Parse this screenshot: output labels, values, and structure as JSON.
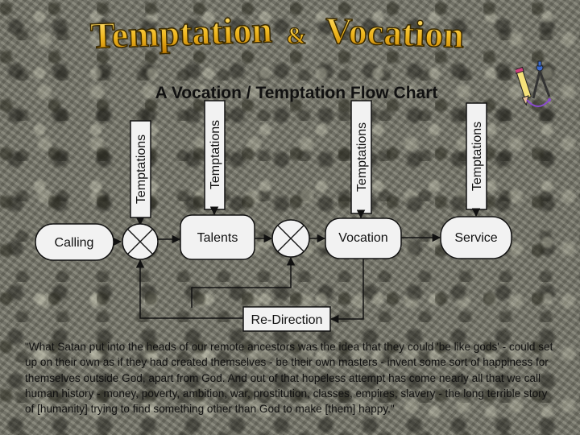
{
  "banner": {
    "left_word": "Temptation",
    "ampersand": "&",
    "right_word": "Vocation"
  },
  "title": "A Vocation / Temptation Flow Chart",
  "boxes": {
    "calling": "Calling",
    "talents": "Talents",
    "vocation": "Vocation",
    "service": "Service",
    "redirection": "Re-Direction"
  },
  "temptation_labels": [
    "Temptations",
    "Temptations",
    "Temptations",
    "Temptations"
  ],
  "quote": "\"What Satan put into the heads of our remote ancestors was the idea that they could 'be like gods' - could set up on their own as if they had created themselves - be their own masters - invent some sort of happiness for themselves outside God, apart from God. And out of that hopeless attempt has come nearly all that we call human history - money, poverty, ambition, war, prostitution, classes, empires, slavery - the long terrible story of [humanity] trying to find something other than God to make [them] happy.\"",
  "colors": {
    "box_fill": "#f2f2f2",
    "banner_fill": "#f0c020",
    "banner_stroke": "#3a2a00"
  },
  "icons": [
    "compass-pencil-icon"
  ]
}
